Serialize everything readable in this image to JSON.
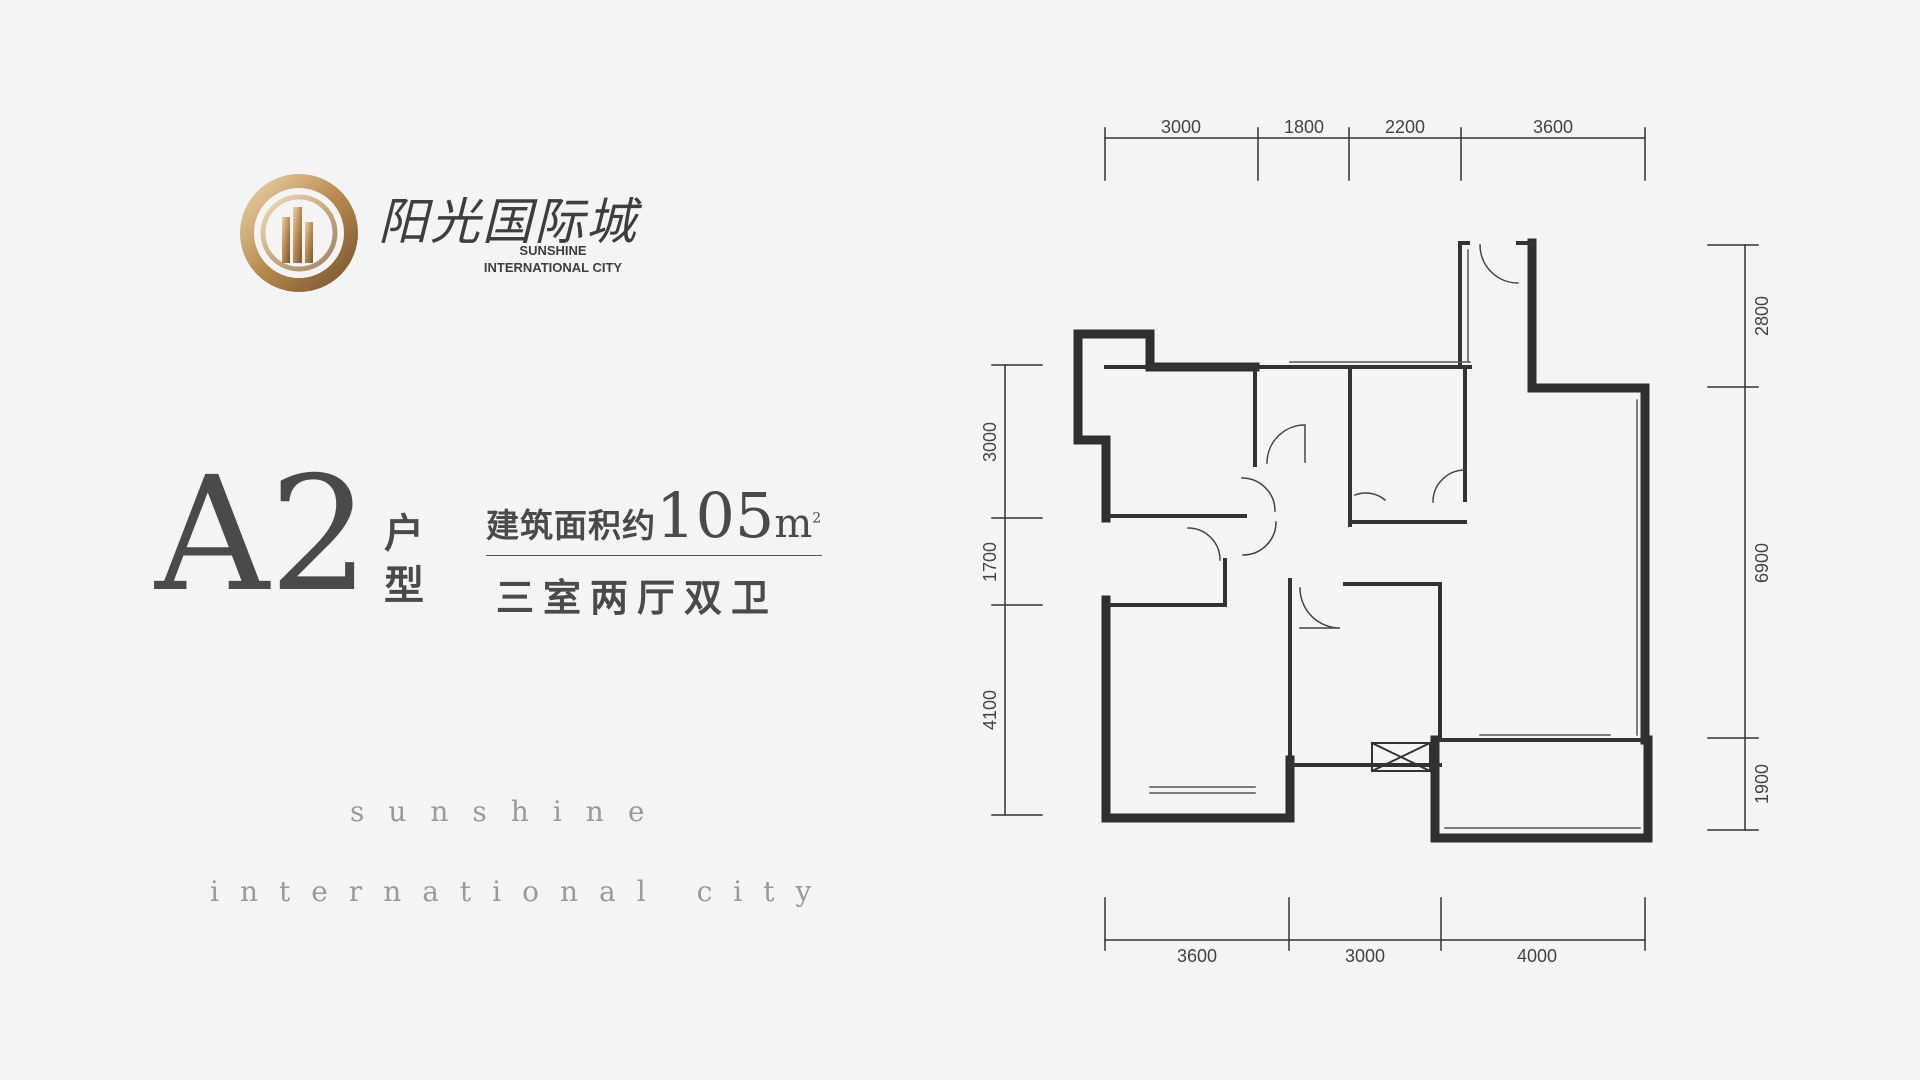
{
  "brand": {
    "name_cn": "阳光国际城",
    "name_en_line1": "SUNSHINE",
    "name_en_line2": "INTERNATIONAL CITY"
  },
  "unit": {
    "code": "A2",
    "type_word_1": "户",
    "type_word_2": "型",
    "area_label": "建筑面积约",
    "area_value": "105",
    "area_unit": "m",
    "area_unit_sup": "2",
    "layout": "三室两厅双卫"
  },
  "tagline": {
    "line1": "sunshine",
    "line2": "international city"
  },
  "dimensions": {
    "top": [
      "3000",
      "1800",
      "2200",
      "3600"
    ],
    "bottom": [
      "3600",
      "3000",
      "4000"
    ],
    "left": [
      "3000",
      "1700",
      "4100"
    ],
    "right": [
      "2800",
      "6900",
      "1900"
    ]
  },
  "colors": {
    "background": "#f4f4f4",
    "text": "#4a4a4a",
    "wall": "#333333",
    "gold": "#b88a4f"
  }
}
